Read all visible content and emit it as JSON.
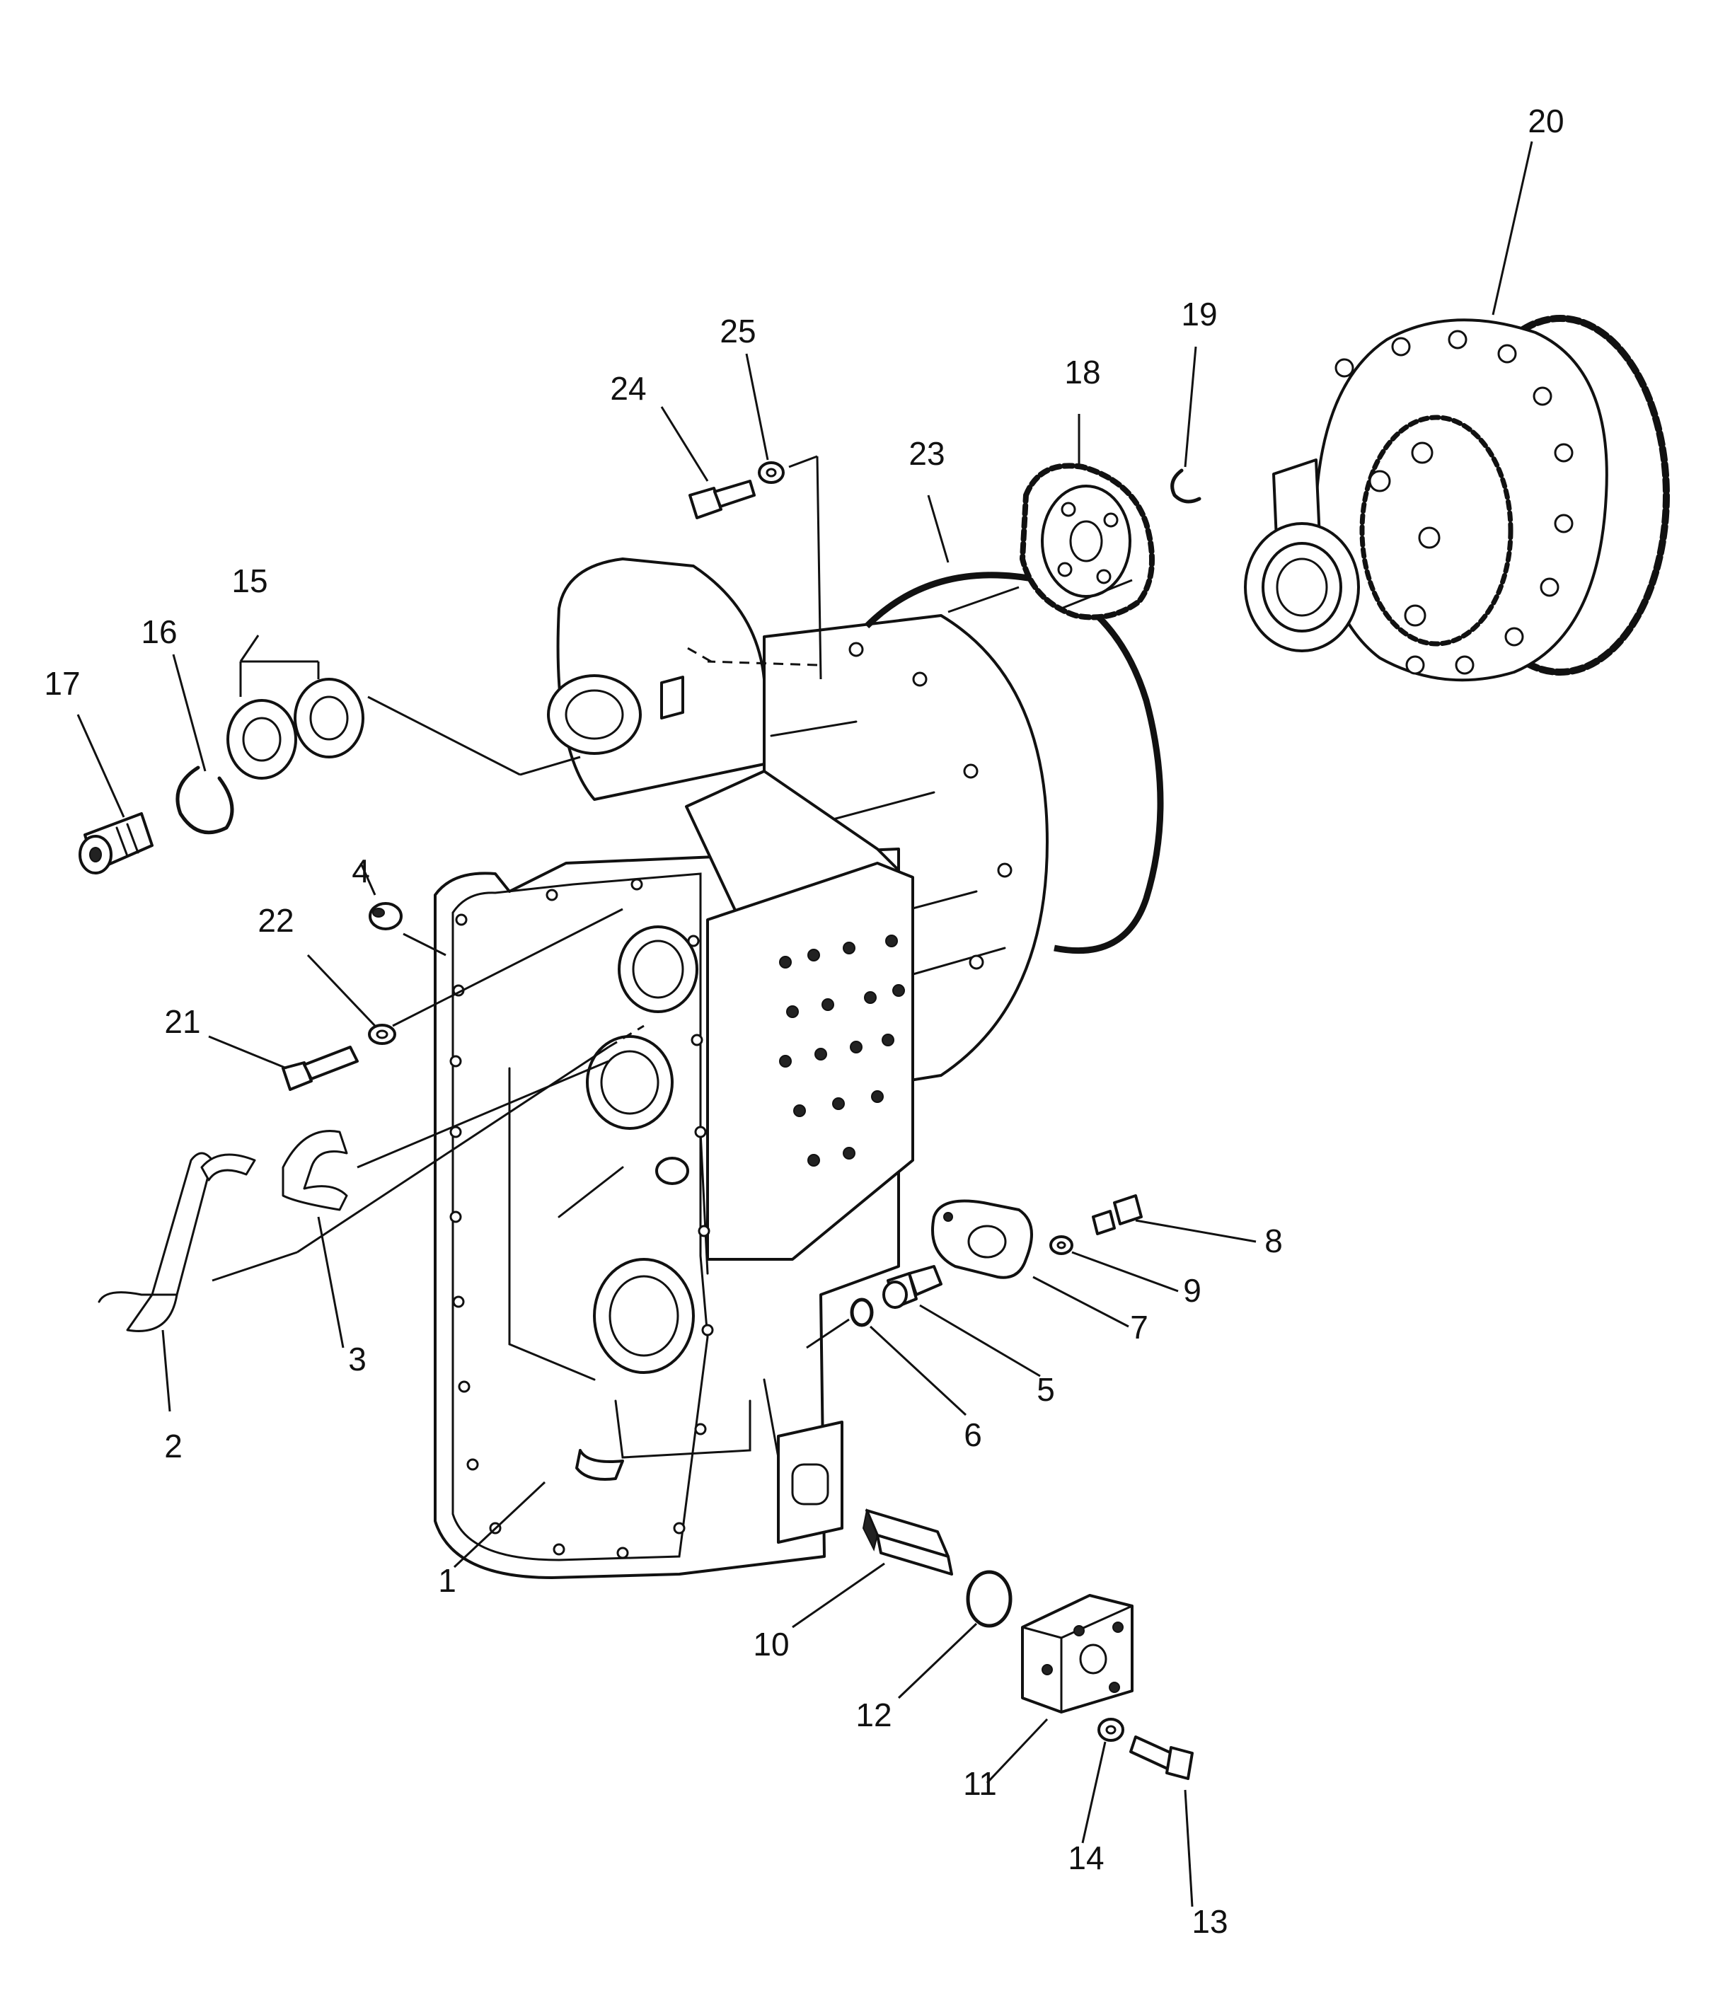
{
  "callouts": {
    "p1": "1",
    "p2": "2",
    "p3": "3",
    "p4": "4",
    "p5": "5",
    "p6": "6",
    "p7": "7",
    "p8": "8",
    "p9": "9",
    "p10": "10",
    "p11": "11",
    "p12": "12",
    "p13": "13",
    "p14": "14",
    "p15": "15",
    "p16": "16",
    "p17": "17",
    "p18": "18",
    "p19": "19",
    "p20": "20",
    "p21": "21",
    "p22": "22",
    "p23": "23",
    "p24": "24",
    "p25": "25"
  }
}
